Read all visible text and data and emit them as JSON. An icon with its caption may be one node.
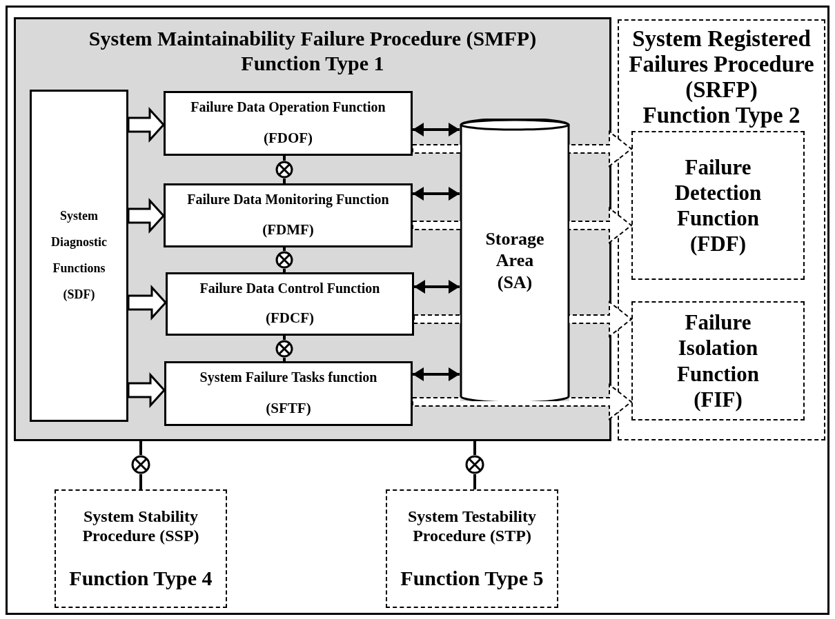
{
  "diagram": {
    "nodes": [
      {
        "text": [
          "System Maintainability Failure Procedure (SMFP)",
          "Function Type 1"
        ]
      },
      {
        "text": [
          "System Diagnostic Functions (SDF)"
        ],
        "in": 0
      },
      {
        "text": [
          "Failure Data Operation Function",
          "(FDOF)"
        ],
        "in": 0
      },
      {
        "text": [
          "Failure Data Monitoring Function",
          "(FDMF)"
        ],
        "in": 0
      },
      {
        "text": [
          "Failure Data Control Function",
          "(FDCF)"
        ],
        "in": 0
      },
      {
        "text": [
          "System Failure Tasks function",
          "(SFTF)"
        ],
        "in": 0
      },
      {
        "text": [
          "Storage Area (SA)"
        ],
        "in": 0
      },
      {
        "text": [
          "System Registered Failures Procedure (SRFP)",
          "Function Type 2"
        ]
      },
      {
        "text": [
          "Failure Detection Function (FDF)"
        ],
        "in": 7
      },
      {
        "text": [
          "Failure Isolation Function (FIF)"
        ],
        "in": 7
      },
      {
        "text": [
          "System Stability Procedure (SSP)",
          "Function Type 4"
        ]
      },
      {
        "text": [
          "System Testability Procedure (STP)",
          "Function Type 5"
        ]
      },
      {
        "text": [],
        "shape": "circle",
        "in": 0
      },
      {
        "text": [],
        "shape": "circle",
        "in": 0
      },
      {
        "text": [],
        "shape": "circle",
        "in": 0
      },
      {
        "text": [],
        "shape": "circle"
      },
      {
        "text": [],
        "shape": "circle"
      }
    ],
    "edges": [
      {
        "from": 1,
        "to": 2,
        "arrow": "to",
        "style": "thick"
      },
      {
        "from": 1,
        "to": 3,
        "arrow": "to",
        "style": "thick"
      },
      {
        "from": 1,
        "to": 4,
        "arrow": "to",
        "style": "thick"
      },
      {
        "from": 1,
        "to": 5,
        "arrow": "to",
        "style": "thick"
      },
      {
        "from": 2,
        "to": 6,
        "arrow": "both"
      },
      {
        "from": 3,
        "to": 6,
        "arrow": "both"
      },
      {
        "from": 4,
        "to": 6,
        "arrow": "both"
      },
      {
        "from": 5,
        "to": 6,
        "arrow": "both"
      },
      {
        "from": 2,
        "to": 8,
        "arrow": "to",
        "style": "dashed"
      },
      {
        "from": 3,
        "to": 8,
        "arrow": "to",
        "style": "dashed"
      },
      {
        "from": 4,
        "to": 9,
        "arrow": "to",
        "style": "dashed"
      },
      {
        "from": 5,
        "to": 9,
        "arrow": "to",
        "style": "dashed"
      },
      {
        "from": 2,
        "to": 12,
        "arrow": "none"
      },
      {
        "from": 12,
        "to": 3,
        "arrow": "none"
      },
      {
        "from": 3,
        "to": 13,
        "arrow": "none"
      },
      {
        "from": 13,
        "to": 4,
        "arrow": "none"
      },
      {
        "from": 4,
        "to": 14,
        "arrow": "none"
      },
      {
        "from": 14,
        "to": 5,
        "arrow": "none"
      },
      {
        "from": 0,
        "to": 15,
        "arrow": "none"
      },
      {
        "from": 15,
        "to": 10,
        "arrow": "none"
      },
      {
        "from": 0,
        "to": 16,
        "arrow": "none"
      },
      {
        "from": 16,
        "to": 11,
        "arrow": "none"
      }
    ]
  }
}
